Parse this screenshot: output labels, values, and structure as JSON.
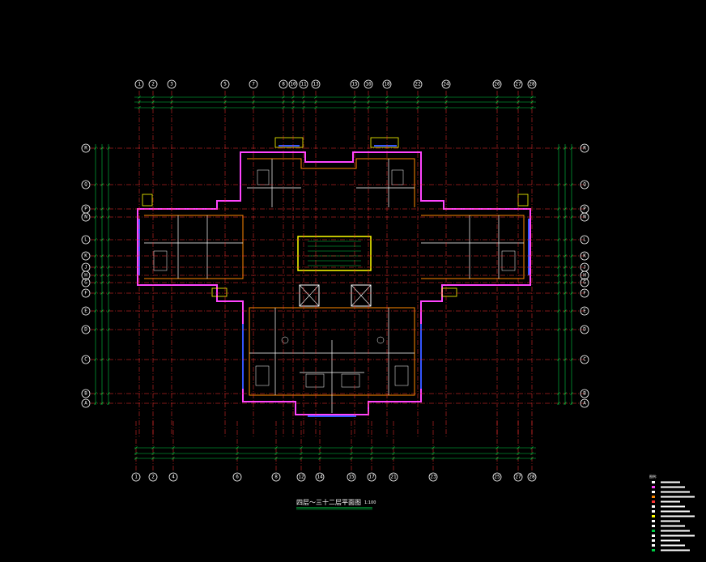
{
  "drawing": {
    "title": "四层～三十二层平面图",
    "scale": "1:100",
    "colors": {
      "background": "#000000",
      "axis": "#ffffff",
      "dimension": "#00cc44",
      "wall": "#ff44ff",
      "wall_inner": "#ff8800",
      "accent": "#ffff00",
      "glass": "#3355ff",
      "text": "#ffffff"
    },
    "top_axes": [
      "1",
      "2",
      "3",
      "5",
      "7",
      "8",
      "10",
      "11",
      "13",
      "15",
      "16",
      "18",
      "22",
      "24",
      "26",
      "27",
      "28"
    ],
    "bottom_axes": [
      "1",
      "2",
      "4",
      "6",
      "8",
      "12",
      "14",
      "15",
      "17",
      "21",
      "23",
      "25",
      "27",
      "28"
    ],
    "left_axes": [
      "R",
      "Q",
      "P",
      "N",
      "L",
      "K",
      "J",
      "H",
      "G",
      "F",
      "E",
      "D",
      "C",
      "B",
      "A"
    ],
    "right_axes": [
      "R",
      "Q",
      "P",
      "N",
      "L",
      "K",
      "J",
      "H",
      "G",
      "F",
      "E",
      "D",
      "C",
      "B",
      "A"
    ],
    "legend": {
      "heading": "图例:",
      "items": [
        {
          "color": "#ffffff"
        },
        {
          "color": "#ff44ff"
        },
        {
          "color": "#ffffff"
        },
        {
          "color": "#ff8800"
        },
        {
          "color": "#ff3333"
        },
        {
          "color": "#ffffff"
        },
        {
          "color": "#ffffff"
        },
        {
          "color": "#ffff00"
        },
        {
          "color": "#ffffff"
        },
        {
          "color": "#ffffff"
        },
        {
          "color": "#00cc44"
        },
        {
          "color": "#ffffff"
        },
        {
          "color": "#ffffff"
        },
        {
          "color": "#ffffff"
        },
        {
          "color": "#00cc44"
        }
      ]
    }
  }
}
